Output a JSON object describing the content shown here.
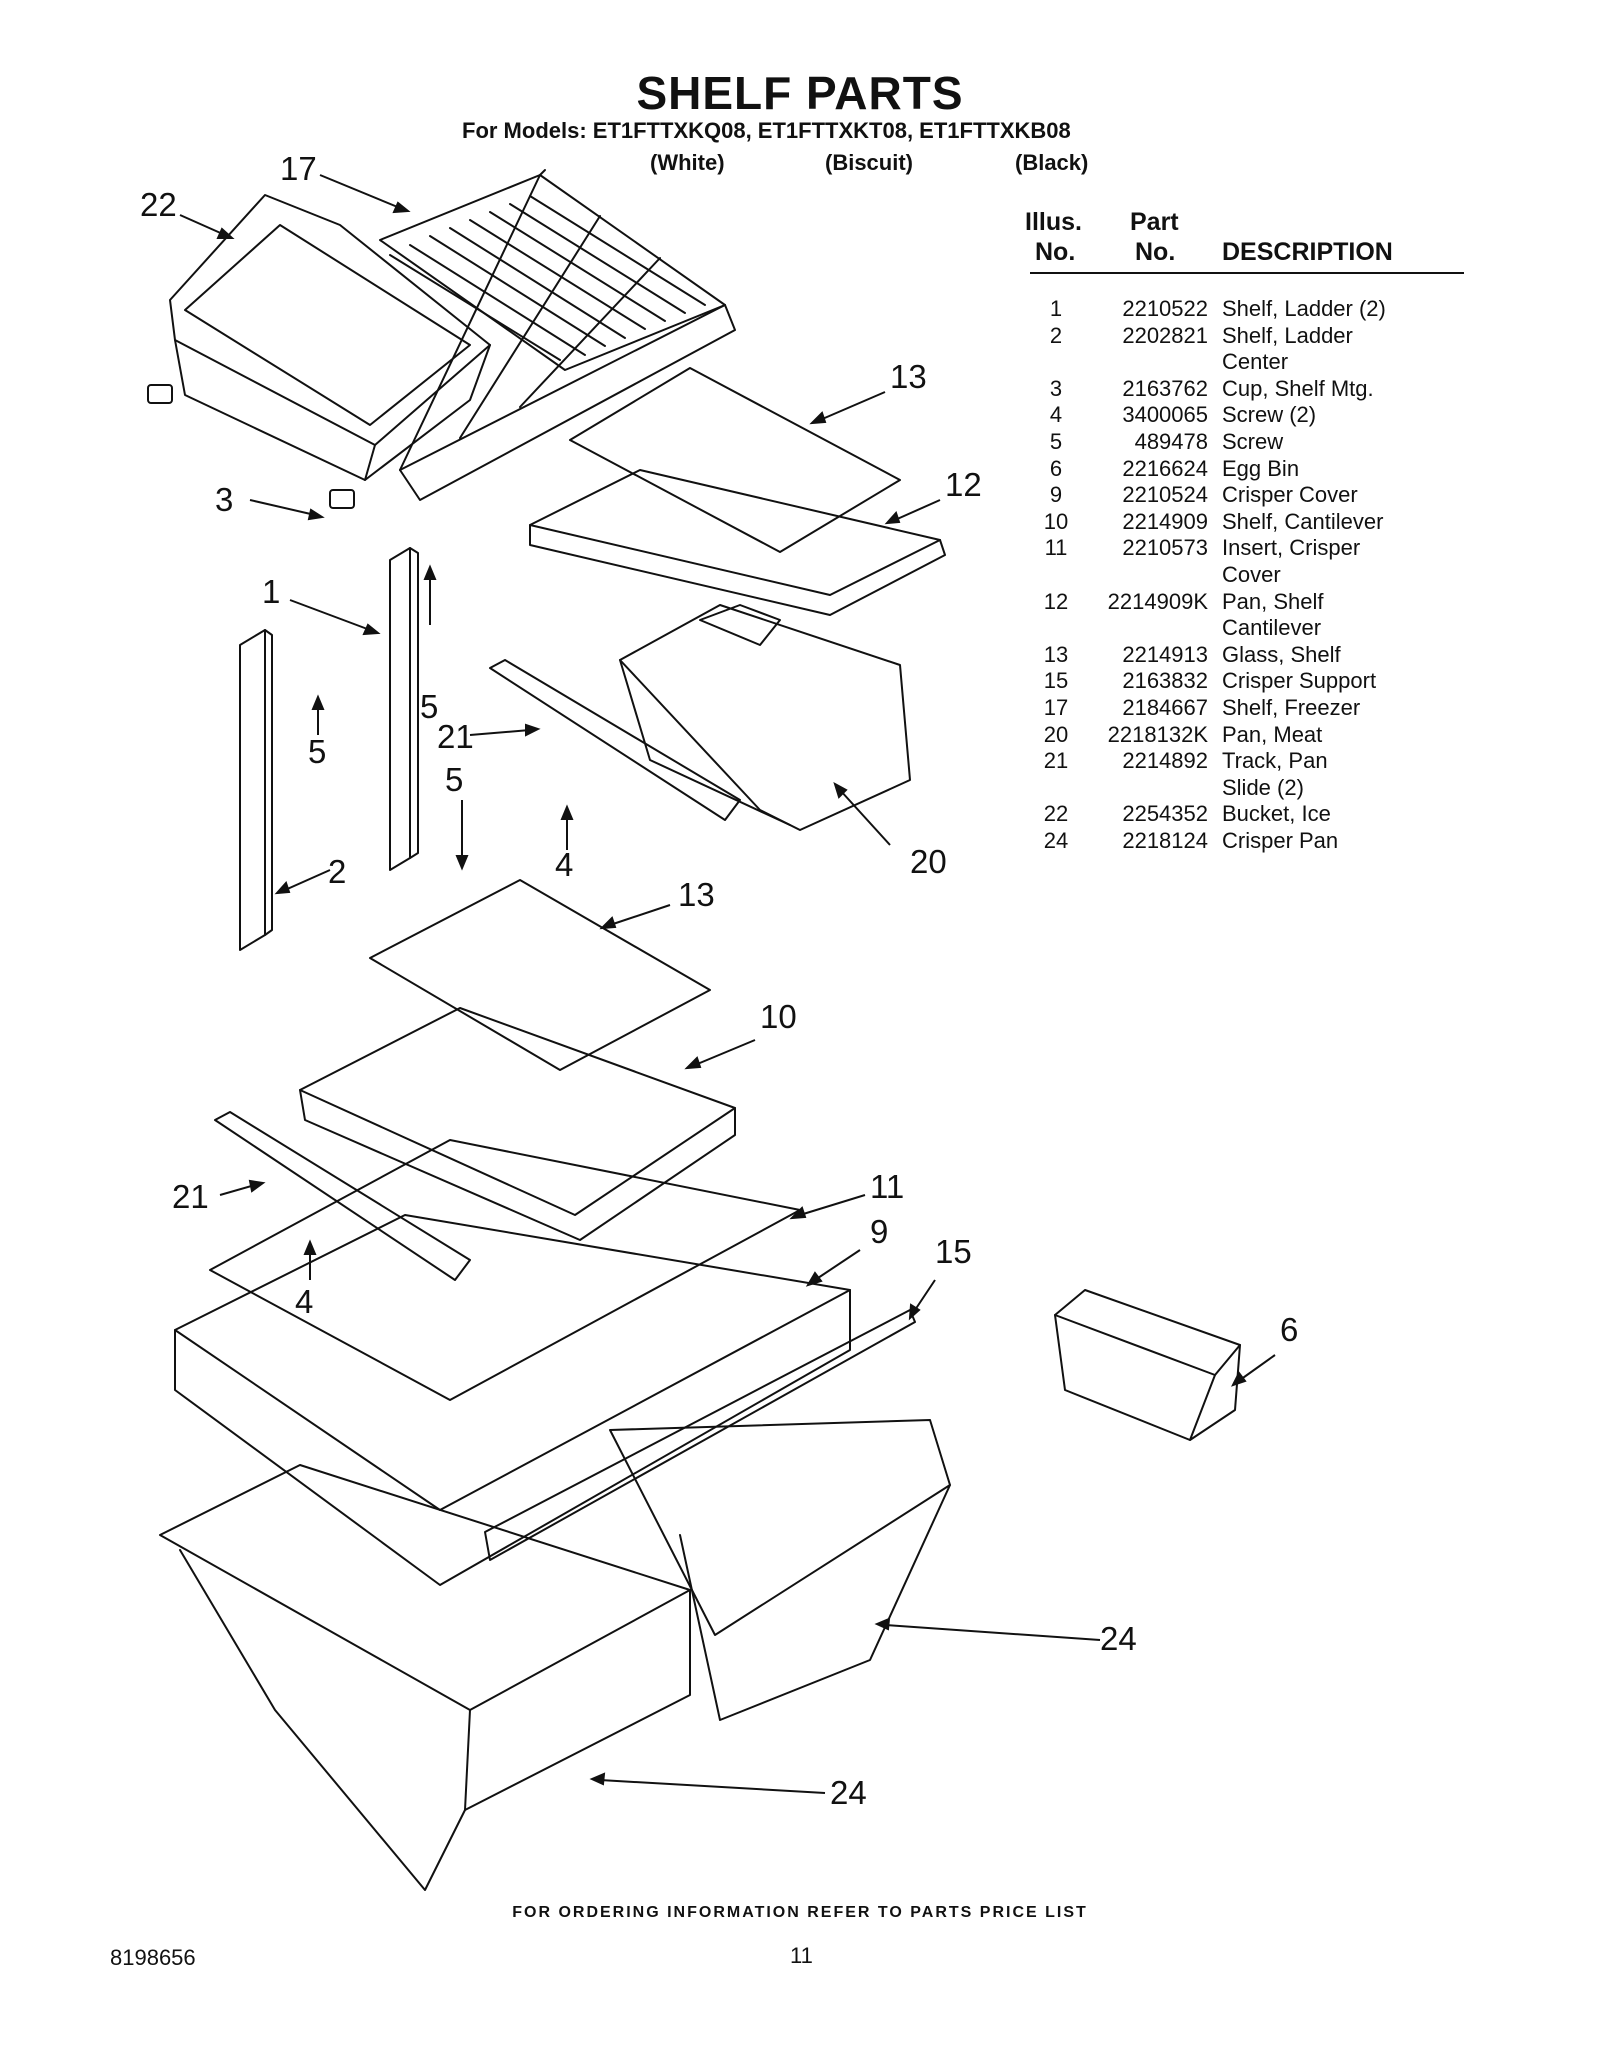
{
  "header": {
    "title": "SHELF PARTS",
    "models": "For Models: ET1FTTXKQ08, ET1FTTXKT08, ET1FTTXKB08",
    "colors": [
      "(White)",
      "(Biscuit)",
      "(Black)"
    ]
  },
  "table": {
    "headers": {
      "illus_line1": "Illus.",
      "illus_line2": "No.",
      "part_line1": "Part",
      "part_line2": "No.",
      "description": "DESCRIPTION"
    },
    "rows": [
      {
        "illus": "1",
        "part": "2210522",
        "desc": [
          "Shelf, Ladder (2)"
        ]
      },
      {
        "illus": "2",
        "part": "2202821",
        "desc": [
          "Shelf, Ladder",
          "Center"
        ]
      },
      {
        "illus": "3",
        "part": "2163762",
        "desc": [
          "Cup, Shelf Mtg."
        ]
      },
      {
        "illus": "4",
        "part": "3400065",
        "desc": [
          "Screw (2)"
        ]
      },
      {
        "illus": "5",
        "part": "489478",
        "desc": [
          "Screw"
        ]
      },
      {
        "illus": "6",
        "part": "2216624",
        "desc": [
          "Egg Bin"
        ]
      },
      {
        "illus": "9",
        "part": "2210524",
        "desc": [
          "Crisper Cover"
        ]
      },
      {
        "illus": "10",
        "part": "2214909",
        "desc": [
          "Shelf, Cantilever"
        ]
      },
      {
        "illus": "11",
        "part": "2210573",
        "desc": [
          "Insert, Crisper",
          "Cover"
        ]
      },
      {
        "illus": "12",
        "part": "2214909K",
        "desc": [
          "Pan, Shelf",
          "Cantilever"
        ]
      },
      {
        "illus": "13",
        "part": "2214913",
        "desc": [
          "Glass, Shelf"
        ]
      },
      {
        "illus": "15",
        "part": "2163832",
        "desc": [
          "Crisper Support"
        ]
      },
      {
        "illus": "17",
        "part": "2184667",
        "desc": [
          "Shelf, Freezer"
        ]
      },
      {
        "illus": "20",
        "part": "2218132K",
        "desc": [
          "Pan, Meat"
        ]
      },
      {
        "illus": "21",
        "part": "2214892",
        "desc": [
          "Track, Pan",
          "Slide (2)"
        ]
      },
      {
        "illus": "22",
        "part": "2254352",
        "desc": [
          "Bucket, Ice"
        ]
      },
      {
        "illus": "24",
        "part": "2218124",
        "desc": [
          "Crisper Pan"
        ]
      }
    ]
  },
  "callouts": {
    "c22": "22",
    "c17": "17",
    "c13a": "13",
    "c12": "12",
    "c3": "3",
    "c1": "1",
    "c5a": "5",
    "c5b": "5",
    "c5c": "5",
    "c21a": "21",
    "c4a": "4",
    "c2": "2",
    "c20": "20",
    "c13b": "13",
    "c10": "10",
    "c21b": "21",
    "c11": "11",
    "c9": "9",
    "c15": "15",
    "c4b": "4",
    "c6": "6",
    "c24a": "24",
    "c24b": "24"
  },
  "footer": {
    "ordering": "FOR ORDERING INFORMATION REFER TO PARTS PRICE LIST",
    "doc_number": "8198656",
    "page_number": "11"
  }
}
